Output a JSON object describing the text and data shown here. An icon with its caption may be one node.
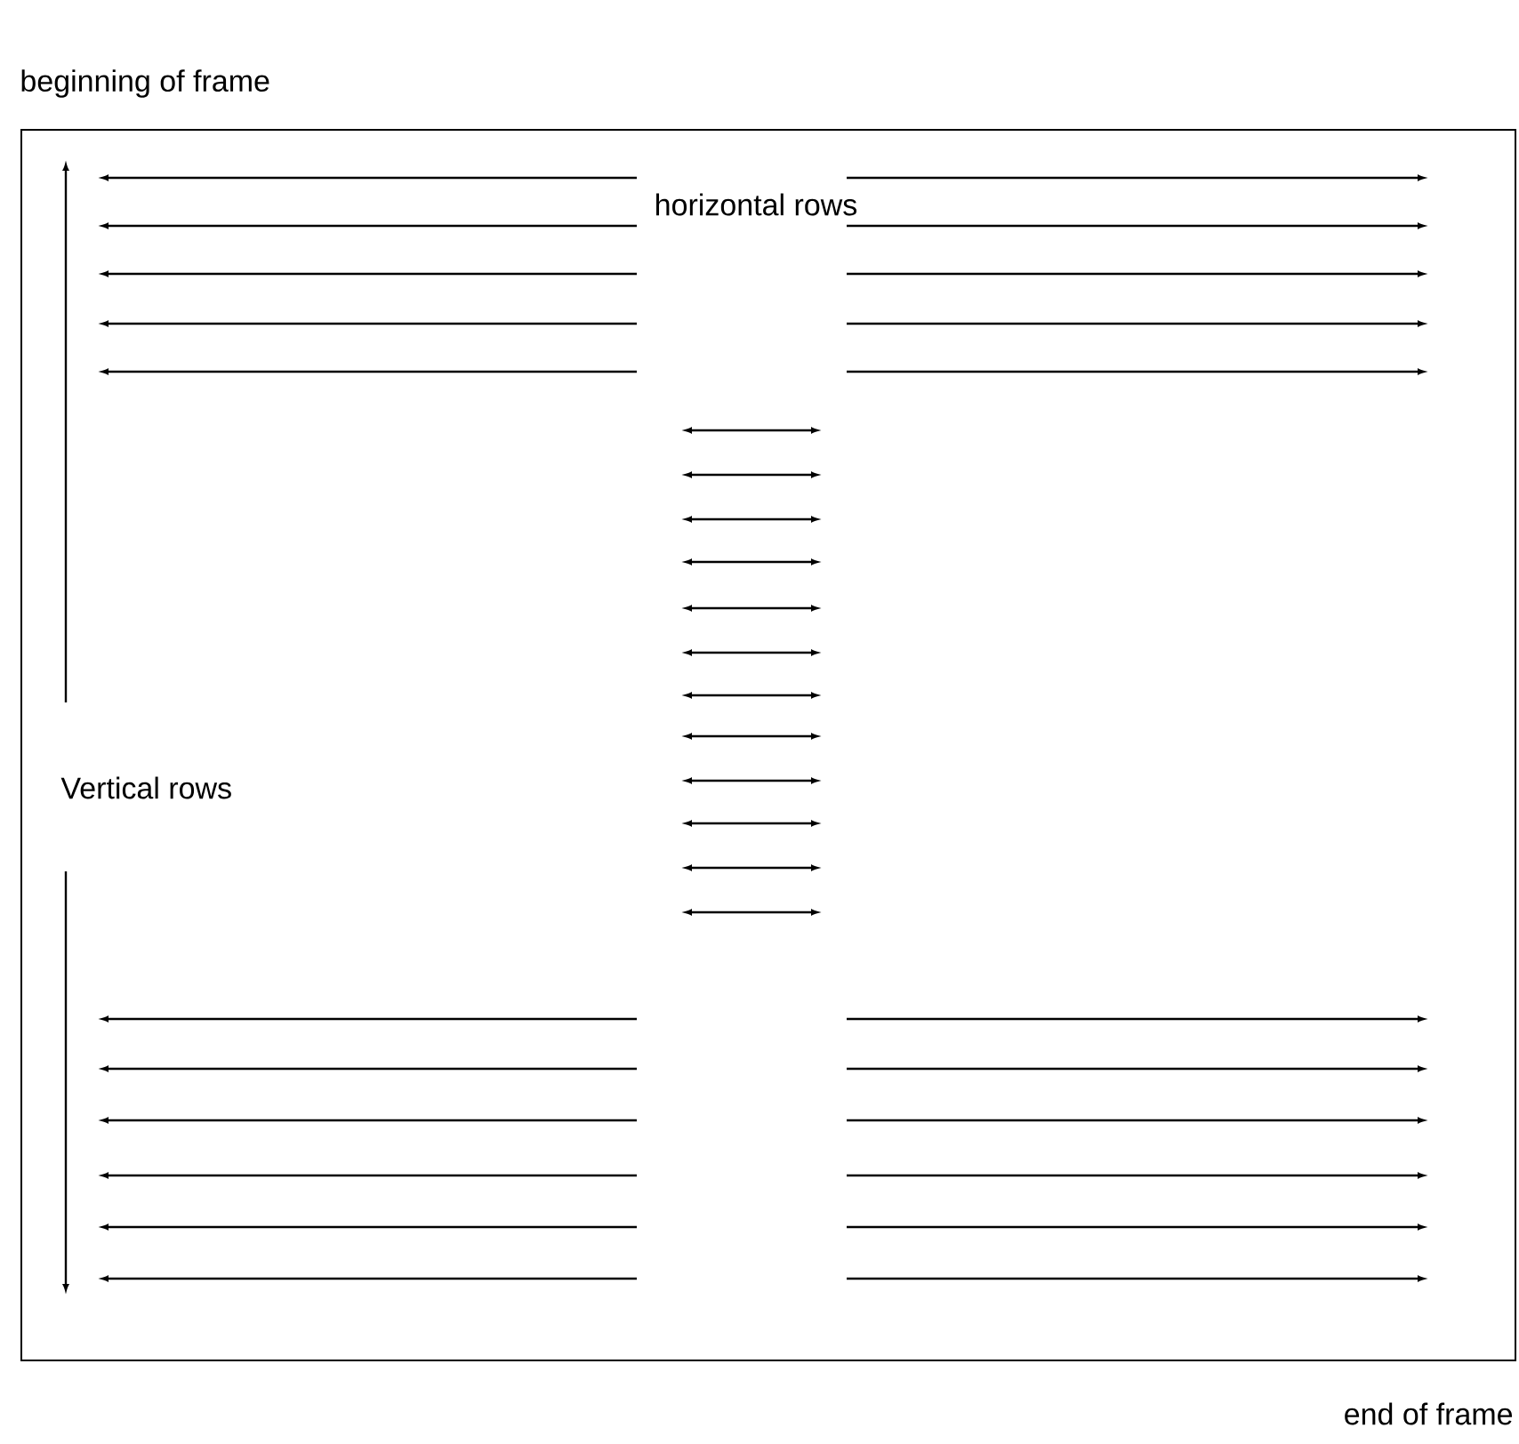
{
  "diagram": {
    "nodes": [
      {
        "text": [
          "horizontal rows",
          "Vertical rows"
        ],
        "beside": [
          "beginning of frame",
          "end of frame"
        ]
      }
    ]
  }
}
